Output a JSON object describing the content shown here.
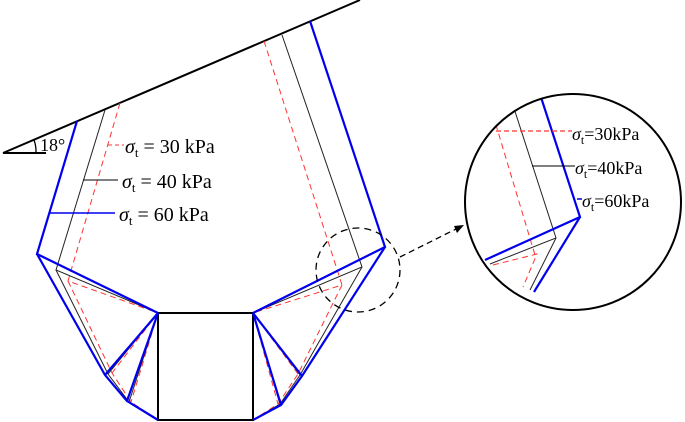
{
  "figure": {
    "angle_label": "18°",
    "legend": [
      {
        "symbol": "σ",
        "subscript": "t",
        "text": " = 30 kPa",
        "line_style": "dashed",
        "color": "#ff3333"
      },
      {
        "symbol": "σ",
        "subscript": "t",
        "text": " = 40 kPa",
        "line_style": "solid-thin",
        "color": "#000000"
      },
      {
        "symbol": "σ",
        "subscript": "t",
        "text": " = 60 kPa",
        "line_style": "solid-thick",
        "color": "#0000ee"
      }
    ],
    "detail_legend": [
      {
        "symbol": "σ",
        "subscript": "t",
        "text": "=30kPa"
      },
      {
        "symbol": "σ",
        "subscript": "t",
        "text": "=40kPa"
      },
      {
        "symbol": "σ",
        "subscript": "t",
        "text": "=60kPa"
      }
    ],
    "colors": {
      "sigma_30": "#ff3333",
      "sigma_40": "#222222",
      "sigma_60": "#0000ee",
      "structure": "#000000"
    }
  }
}
